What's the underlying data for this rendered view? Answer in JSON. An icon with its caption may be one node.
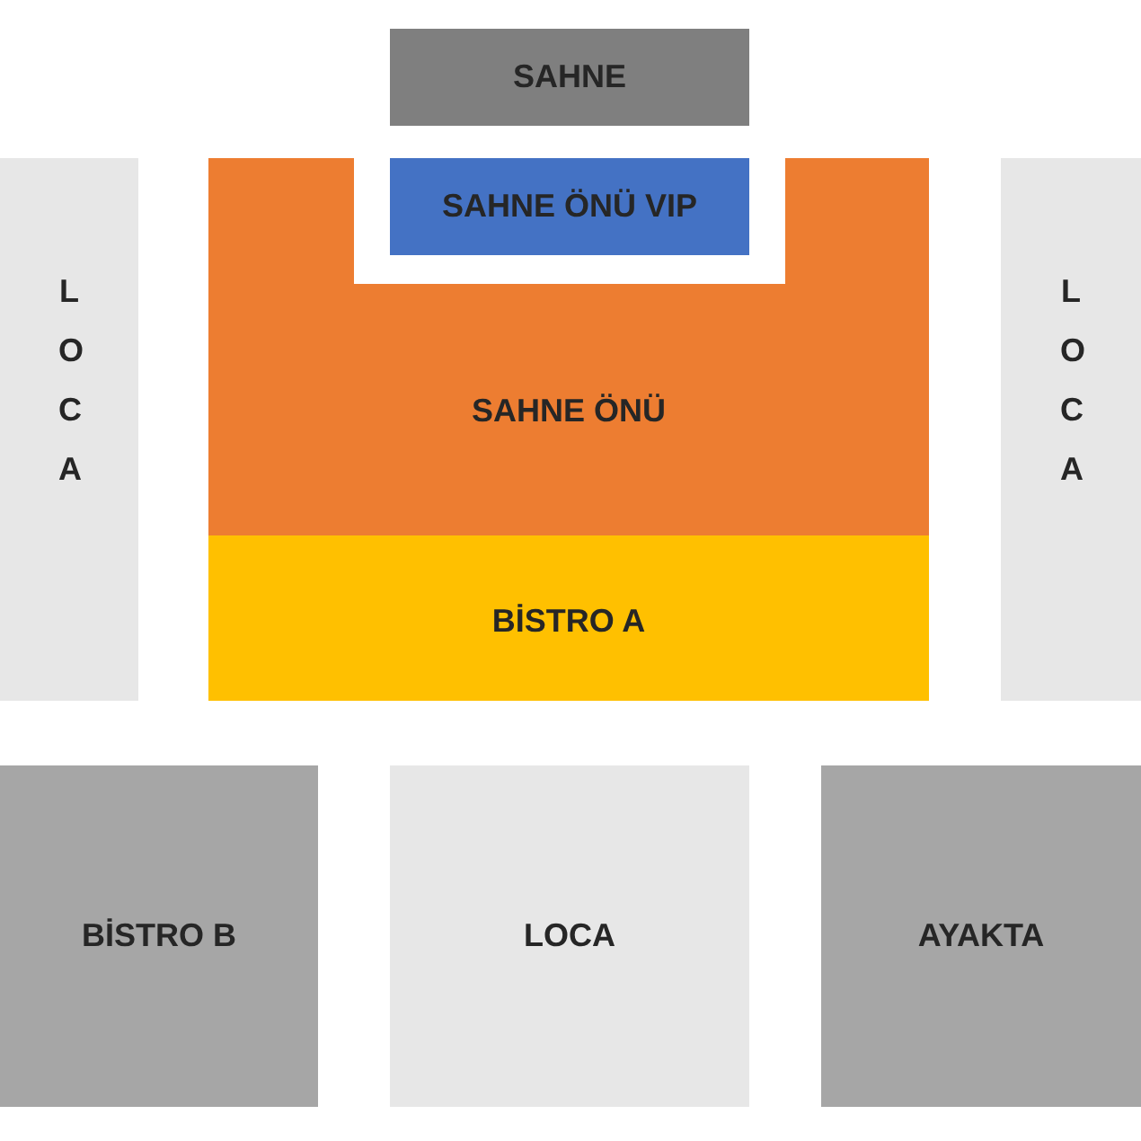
{
  "diagram": {
    "nodes": [
      {
        "text": [
          "SAHNE"
        ]
      },
      {
        "text": [
          "LOCA"
        ]
      },
      {
        "text": [
          "SAHNE ÖNÜ VIP"
        ]
      },
      {
        "text": [
          "SAHNE ÖNÜ"
        ]
      },
      {
        "text": [
          "LOCA"
        ]
      },
      {
        "text": [
          "BİSTRO A"
        ]
      },
      {
        "text": [
          "BİSTRO B"
        ]
      },
      {
        "text": [
          "LOCA"
        ]
      },
      {
        "text": [
          "AYAKTA"
        ]
      }
    ]
  }
}
